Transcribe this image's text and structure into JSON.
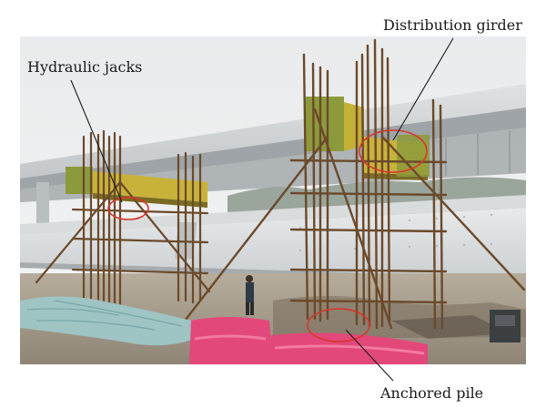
{
  "figure": {
    "annotations": {
      "distribution_girder": "Distribution girder",
      "hydraulic_jacks": "Hydraulic jacks",
      "anchored_pile": "Anchored pile"
    },
    "colors": {
      "sky": "#eef0f1",
      "bridge_concrete": "#cfd2d3",
      "girder_underside": "#8f9598",
      "steel_girder_green": "#8c9a3b",
      "steel_girder_yellow": "#c9b23a",
      "scaffold_pipe": "#6b4a2b",
      "ground": "#a79c8c",
      "tarp": "#9fc4c4",
      "barrier_pink": "#e2487a",
      "highlight_circle": "#d8362b",
      "leader_line": "#1a1a1a"
    }
  }
}
